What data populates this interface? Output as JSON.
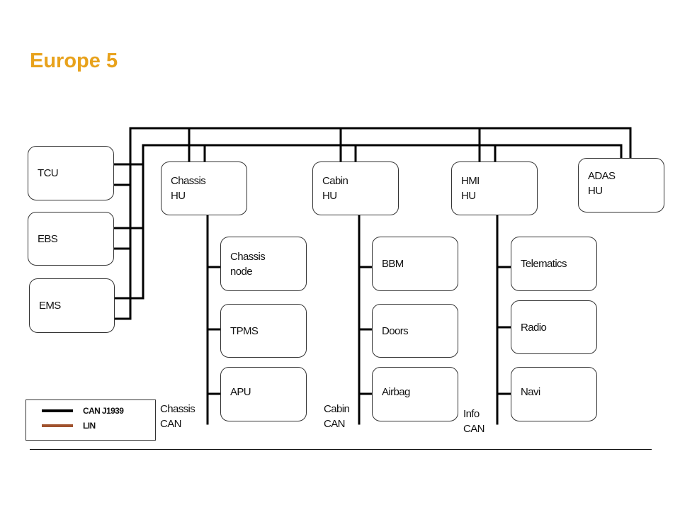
{
  "title": "Europe 5",
  "colors": {
    "title": "#e8a21c",
    "can": "#000000",
    "lin": "#a0522d"
  },
  "left_nodes": [
    {
      "id": "tcu",
      "lines": [
        "TCU"
      ]
    },
    {
      "id": "ebs",
      "lines": [
        "EBS"
      ]
    },
    {
      "id": "ems",
      "lines": [
        "EMS"
      ]
    }
  ],
  "hu_nodes": [
    {
      "id": "chassis-hu",
      "lines": [
        "Chassis",
        "HU"
      ]
    },
    {
      "id": "cabin-hu",
      "lines": [
        "Cabin",
        "HU"
      ]
    },
    {
      "id": "hmi-hu",
      "lines": [
        "HMI",
        "HU"
      ]
    },
    {
      "id": "adas-hu",
      "lines": [
        "ADAS",
        "HU"
      ]
    }
  ],
  "sub_buses": [
    {
      "id": "chassis-can",
      "label": [
        "Chassis",
        "CAN"
      ],
      "nodes": [
        {
          "id": "chassis-node",
          "lines": [
            "Chassis",
            "node"
          ]
        },
        {
          "id": "tpms",
          "lines": [
            "TPMS"
          ]
        },
        {
          "id": "apu",
          "lines": [
            "APU"
          ]
        }
      ]
    },
    {
      "id": "cabin-can",
      "label": [
        "Cabin",
        "CAN"
      ],
      "nodes": [
        {
          "id": "bbm",
          "lines": [
            "BBM"
          ]
        },
        {
          "id": "doors",
          "lines": [
            "Doors"
          ]
        },
        {
          "id": "airbag",
          "lines": [
            "Airbag"
          ]
        }
      ]
    },
    {
      "id": "info-can",
      "label": [
        "Info",
        "CAN"
      ],
      "nodes": [
        {
          "id": "telematics",
          "lines": [
            "Telematics"
          ]
        },
        {
          "id": "radio",
          "lines": [
            "Radio"
          ]
        },
        {
          "id": "navi",
          "lines": [
            "Navi"
          ]
        }
      ]
    }
  ],
  "legend": [
    {
      "label": "CAN  J1939",
      "color": "#000000"
    },
    {
      "label": "LIN",
      "color": "#a0522d"
    }
  ]
}
